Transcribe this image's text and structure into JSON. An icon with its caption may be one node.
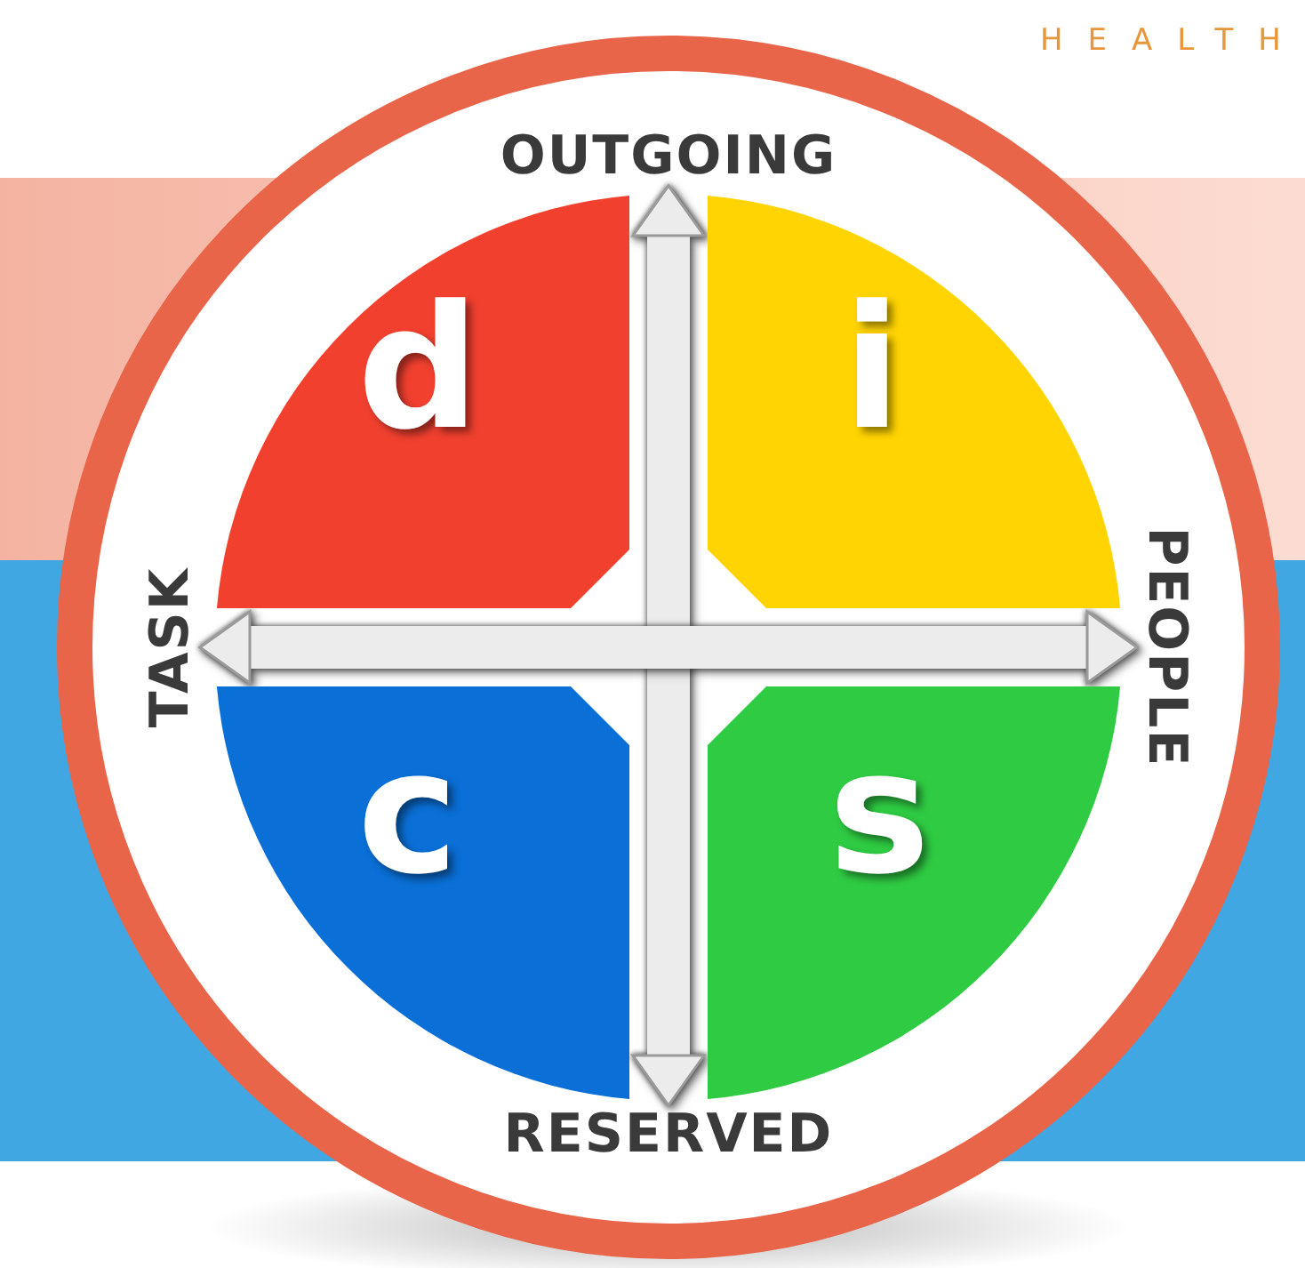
{
  "diagram": {
    "nodes": [
      {
        "text": [
          "OUTGOING"
        ]
      },
      {
        "text": [
          "d"
        ]
      },
      {
        "text": [
          "i"
        ]
      },
      {
        "text": [
          "TASK"
        ]
      },
      {
        "text": [
          "PEOPLE"
        ]
      },
      {
        "text": [
          "c"
        ]
      },
      {
        "text": [
          "s"
        ]
      },
      {
        "text": [
          "RESERVED"
        ]
      }
    ],
    "edges": [
      {
        "from": 0,
        "to": 7,
        "arrow": "both"
      },
      {
        "from": 3,
        "to": 4,
        "arrow": "both"
      }
    ],
    "labels": [
      "HEALTH"
    ]
  }
}
